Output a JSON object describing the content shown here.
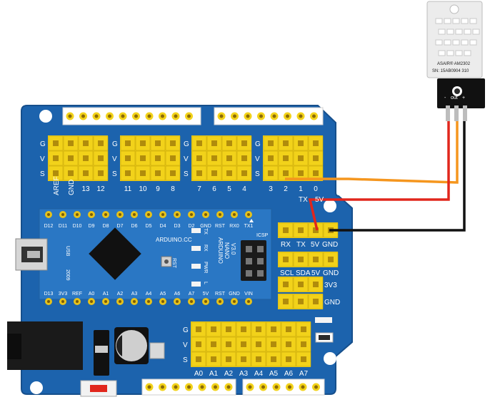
{
  "colors": {
    "board": "#1c63ad",
    "board_edge": "#164f8c",
    "header_yellow": "#f2d21a",
    "nano_blue": "#2a77c4",
    "wire_signal": "#f5961e",
    "wire_power": "#e1261c",
    "wire_ground": "#111111",
    "sensor_body": "#ececec"
  },
  "sensor": {
    "model": "ASAIR® AM2302",
    "serial": "SN: 15AB0904 310",
    "pin_labels": {
      "minus": "-",
      "out": "out",
      "plus": "+"
    }
  },
  "shield": {
    "row_labels": [
      "G",
      "V",
      "S"
    ],
    "top_groups": [
      {
        "labels": [
          "AREF",
          "GND",
          "13",
          "12"
        ]
      },
      {
        "labels": [
          "11",
          "10",
          "9",
          "8"
        ]
      },
      {
        "labels": [
          "7",
          "6",
          "5",
          "4"
        ]
      },
      {
        "labels": [
          "3",
          "2",
          "1",
          "0"
        ]
      }
    ],
    "serial_header": {
      "top_labels": [
        "TX",
        "5V"
      ],
      "bottom_labels": [
        "RX",
        "TX",
        "5V",
        "GND"
      ]
    },
    "i2c_header": {
      "labels": [
        "SCL",
        "SDA",
        "5V",
        "GND"
      ]
    },
    "v33_label": "3V3",
    "gnd_label": "GND",
    "analog_labels": [
      "A0",
      "A1",
      "A2",
      "A3",
      "A4",
      "A5",
      "A6",
      "A7"
    ],
    "icsp_label": "ICSP"
  },
  "nano": {
    "top_pins": [
      "D12",
      "D11",
      "D10",
      "D9",
      "D8",
      "D7",
      "D6",
      "D5",
      "D4",
      "D3",
      "D2",
      "GND",
      "RST",
      "RX0",
      "TX1"
    ],
    "bottom_pins": [
      "D13",
      "3V3",
      "REF",
      "A0",
      "A1",
      "A2",
      "A3",
      "A4",
      "A5",
      "A6",
      "A7",
      "5V",
      "RST",
      "GND",
      "VIN"
    ],
    "usb_label": "USB",
    "year": "2009",
    "brand": "ARDUINO.CC",
    "name_lines": [
      "ARDUINO",
      "NANO",
      "V3.0"
    ],
    "rst_label": "RST",
    "led_labels": [
      "TX",
      "RX",
      "PWR",
      "L"
    ]
  }
}
